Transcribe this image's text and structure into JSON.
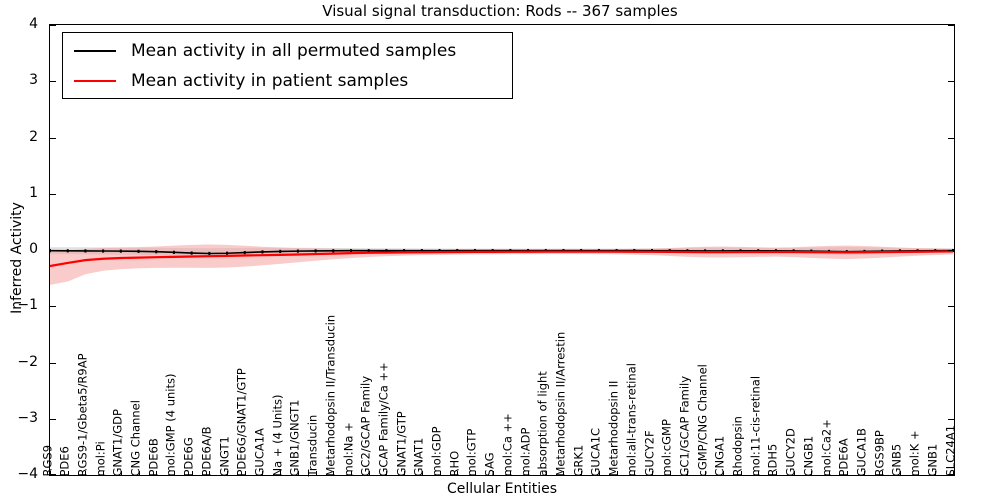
{
  "chart_data": {
    "type": "line",
    "title": "Visual signal transduction: Rods -- 367 samples",
    "xlabel": "Cellular Entities",
    "ylabel": "Inferred Activity",
    "ylim": [
      -4,
      4
    ],
    "yticks": [
      -4,
      -3,
      -2,
      -1,
      0,
      1,
      2,
      3,
      4
    ],
    "ytick_labels": [
      "-4",
      "-3",
      "-2",
      "-1",
      "0",
      "1",
      "2",
      "3",
      "4"
    ],
    "grid": false,
    "legend_position": "upper left",
    "legend": [
      {
        "label": "Mean activity in all permuted samples",
        "color": "#000000"
      },
      {
        "label": "Mean activity in patient samples",
        "color": "#ff0000"
      }
    ],
    "categories": [
      "RGS9",
      "PDE6",
      "RGS9-1/Gbeta5/R9AP",
      "mol:Pi",
      "GNAT1/GDP",
      "CNG Channel",
      "PDE6B",
      "mol:GMP (4 units)",
      "PDE6G",
      "PDE6A/B",
      "GNGT1",
      "PDE6G/GNAT1/GTP",
      "GUCA1A",
      "Na + (4 Units)",
      "GNB1/GNGT1",
      "Transducin",
      "Metarhodopsin II/Transducin",
      "mol:Na +",
      "GC2/GCAP Family",
      "GCAP Family/Ca ++",
      "GNAT1/GTP",
      "GNAT1",
      "mol:GDP",
      "RHO",
      "mol:GTP",
      "SAG",
      "mol:Ca ++",
      "mol:ADP",
      "absorption of light",
      "Metarhodopsin II/Arrestin",
      "GRK1",
      "GUCA1C",
      "Metarhodopsin II",
      "mol:all-trans-retinal",
      "GUCY2F",
      "mol:cGMP",
      "GC1/GCAP Family",
      "cGMP/CNG Channel",
      "CNGA1",
      "Rhodopsin",
      "mol:11-cis-retinal",
      "RDH5",
      "GUCY2D",
      "CNGB1",
      "mol:Ca2+",
      "PDE6A",
      "GUCA1B",
      "RGS9BP",
      "GNB5",
      "mol:K +",
      "GNB1",
      "SLC24A1"
    ],
    "series": [
      {
        "name": "Mean activity in all permuted samples",
        "color": "#000000",
        "band_color": "#bdbdbd",
        "values": [
          -0.012,
          -0.014,
          -0.016,
          -0.018,
          -0.02,
          -0.024,
          -0.03,
          -0.042,
          -0.055,
          -0.062,
          -0.058,
          -0.046,
          -0.034,
          -0.026,
          -0.02,
          -0.016,
          -0.014,
          -0.013,
          -0.012,
          -0.012,
          -0.011,
          -0.011,
          -0.011,
          -0.01,
          -0.01,
          -0.01,
          -0.01,
          -0.01,
          -0.01,
          -0.01,
          -0.01,
          -0.01,
          -0.01,
          -0.01,
          -0.011,
          -0.012,
          -0.014,
          -0.016,
          -0.016,
          -0.015,
          -0.014,
          -0.014,
          -0.016,
          -0.02,
          -0.026,
          -0.03,
          -0.026,
          -0.02,
          -0.016,
          -0.014,
          -0.012,
          -0.01
        ],
        "band_upper": [
          0.05,
          0.05,
          0.048,
          0.046,
          0.044,
          0.042,
          0.04,
          0.036,
          0.034,
          0.034,
          0.036,
          0.038,
          0.04,
          0.042,
          0.04,
          0.038,
          0.036,
          0.034,
          0.032,
          0.03,
          0.028,
          0.027,
          0.026,
          0.025,
          0.025,
          0.024,
          0.024,
          0.024,
          0.024,
          0.024,
          0.024,
          0.024,
          0.025,
          0.026,
          0.028,
          0.032,
          0.038,
          0.042,
          0.044,
          0.042,
          0.038,
          0.036,
          0.038,
          0.044,
          0.05,
          0.054,
          0.05,
          0.044,
          0.038,
          0.034,
          0.03,
          0.028
        ],
        "band_lower": [
          -0.074,
          -0.076,
          -0.078,
          -0.08,
          -0.082,
          -0.086,
          -0.094,
          -0.108,
          -0.122,
          -0.13,
          -0.126,
          -0.112,
          -0.098,
          -0.088,
          -0.08,
          -0.072,
          -0.066,
          -0.062,
          -0.058,
          -0.055,
          -0.052,
          -0.05,
          -0.048,
          -0.046,
          -0.045,
          -0.044,
          -0.044,
          -0.044,
          -0.044,
          -0.044,
          -0.044,
          -0.044,
          -0.045,
          -0.046,
          -0.048,
          -0.052,
          -0.058,
          -0.064,
          -0.066,
          -0.064,
          -0.06,
          -0.058,
          -0.062,
          -0.07,
          -0.08,
          -0.086,
          -0.08,
          -0.07,
          -0.062,
          -0.056,
          -0.05,
          -0.046
        ]
      },
      {
        "name": "Mean activity in patient samples",
        "color": "#ff0000",
        "band_color": "#f4a0a0",
        "values": [
          -0.285,
          -0.23,
          -0.18,
          -0.155,
          -0.142,
          -0.135,
          -0.128,
          -0.122,
          -0.116,
          -0.11,
          -0.104,
          -0.098,
          -0.092,
          -0.086,
          -0.08,
          -0.072,
          -0.064,
          -0.056,
          -0.05,
          -0.046,
          -0.042,
          -0.04,
          -0.038,
          -0.036,
          -0.034,
          -0.033,
          -0.032,
          -0.031,
          -0.03,
          -0.03,
          -0.03,
          -0.03,
          -0.03,
          -0.031,
          -0.032,
          -0.034,
          -0.036,
          -0.038,
          -0.038,
          -0.037,
          -0.036,
          -0.035,
          -0.036,
          -0.038,
          -0.04,
          -0.042,
          -0.04,
          -0.037,
          -0.034,
          -0.031,
          -0.028,
          -0.026
        ],
        "band_upper": [
          -0.03,
          -0.01,
          0.02,
          0.038,
          0.046,
          0.052,
          0.062,
          0.078,
          0.092,
          0.098,
          0.092,
          0.076,
          0.058,
          0.044,
          0.034,
          0.028,
          0.024,
          0.02,
          0.016,
          0.014,
          0.012,
          0.011,
          0.01,
          0.01,
          0.009,
          0.009,
          0.009,
          0.009,
          0.009,
          0.009,
          0.009,
          0.01,
          0.012,
          0.016,
          0.024,
          0.036,
          0.05,
          0.058,
          0.06,
          0.056,
          0.048,
          0.044,
          0.05,
          0.062,
          0.074,
          0.08,
          0.072,
          0.058,
          0.044,
          0.034,
          0.026,
          0.02
        ],
        "band_lower": [
          -0.62,
          -0.56,
          -0.43,
          -0.37,
          -0.34,
          -0.325,
          -0.318,
          -0.315,
          -0.316,
          -0.318,
          -0.312,
          -0.296,
          -0.272,
          -0.246,
          -0.218,
          -0.19,
          -0.164,
          -0.142,
          -0.124,
          -0.11,
          -0.1,
          -0.092,
          -0.086,
          -0.082,
          -0.078,
          -0.076,
          -0.074,
          -0.073,
          -0.072,
          -0.072,
          -0.072,
          -0.073,
          -0.076,
          -0.082,
          -0.092,
          -0.106,
          -0.122,
          -0.132,
          -0.134,
          -0.13,
          -0.122,
          -0.118,
          -0.126,
          -0.14,
          -0.154,
          -0.162,
          -0.152,
          -0.136,
          -0.118,
          -0.102,
          -0.088,
          -0.078
        ]
      }
    ]
  }
}
